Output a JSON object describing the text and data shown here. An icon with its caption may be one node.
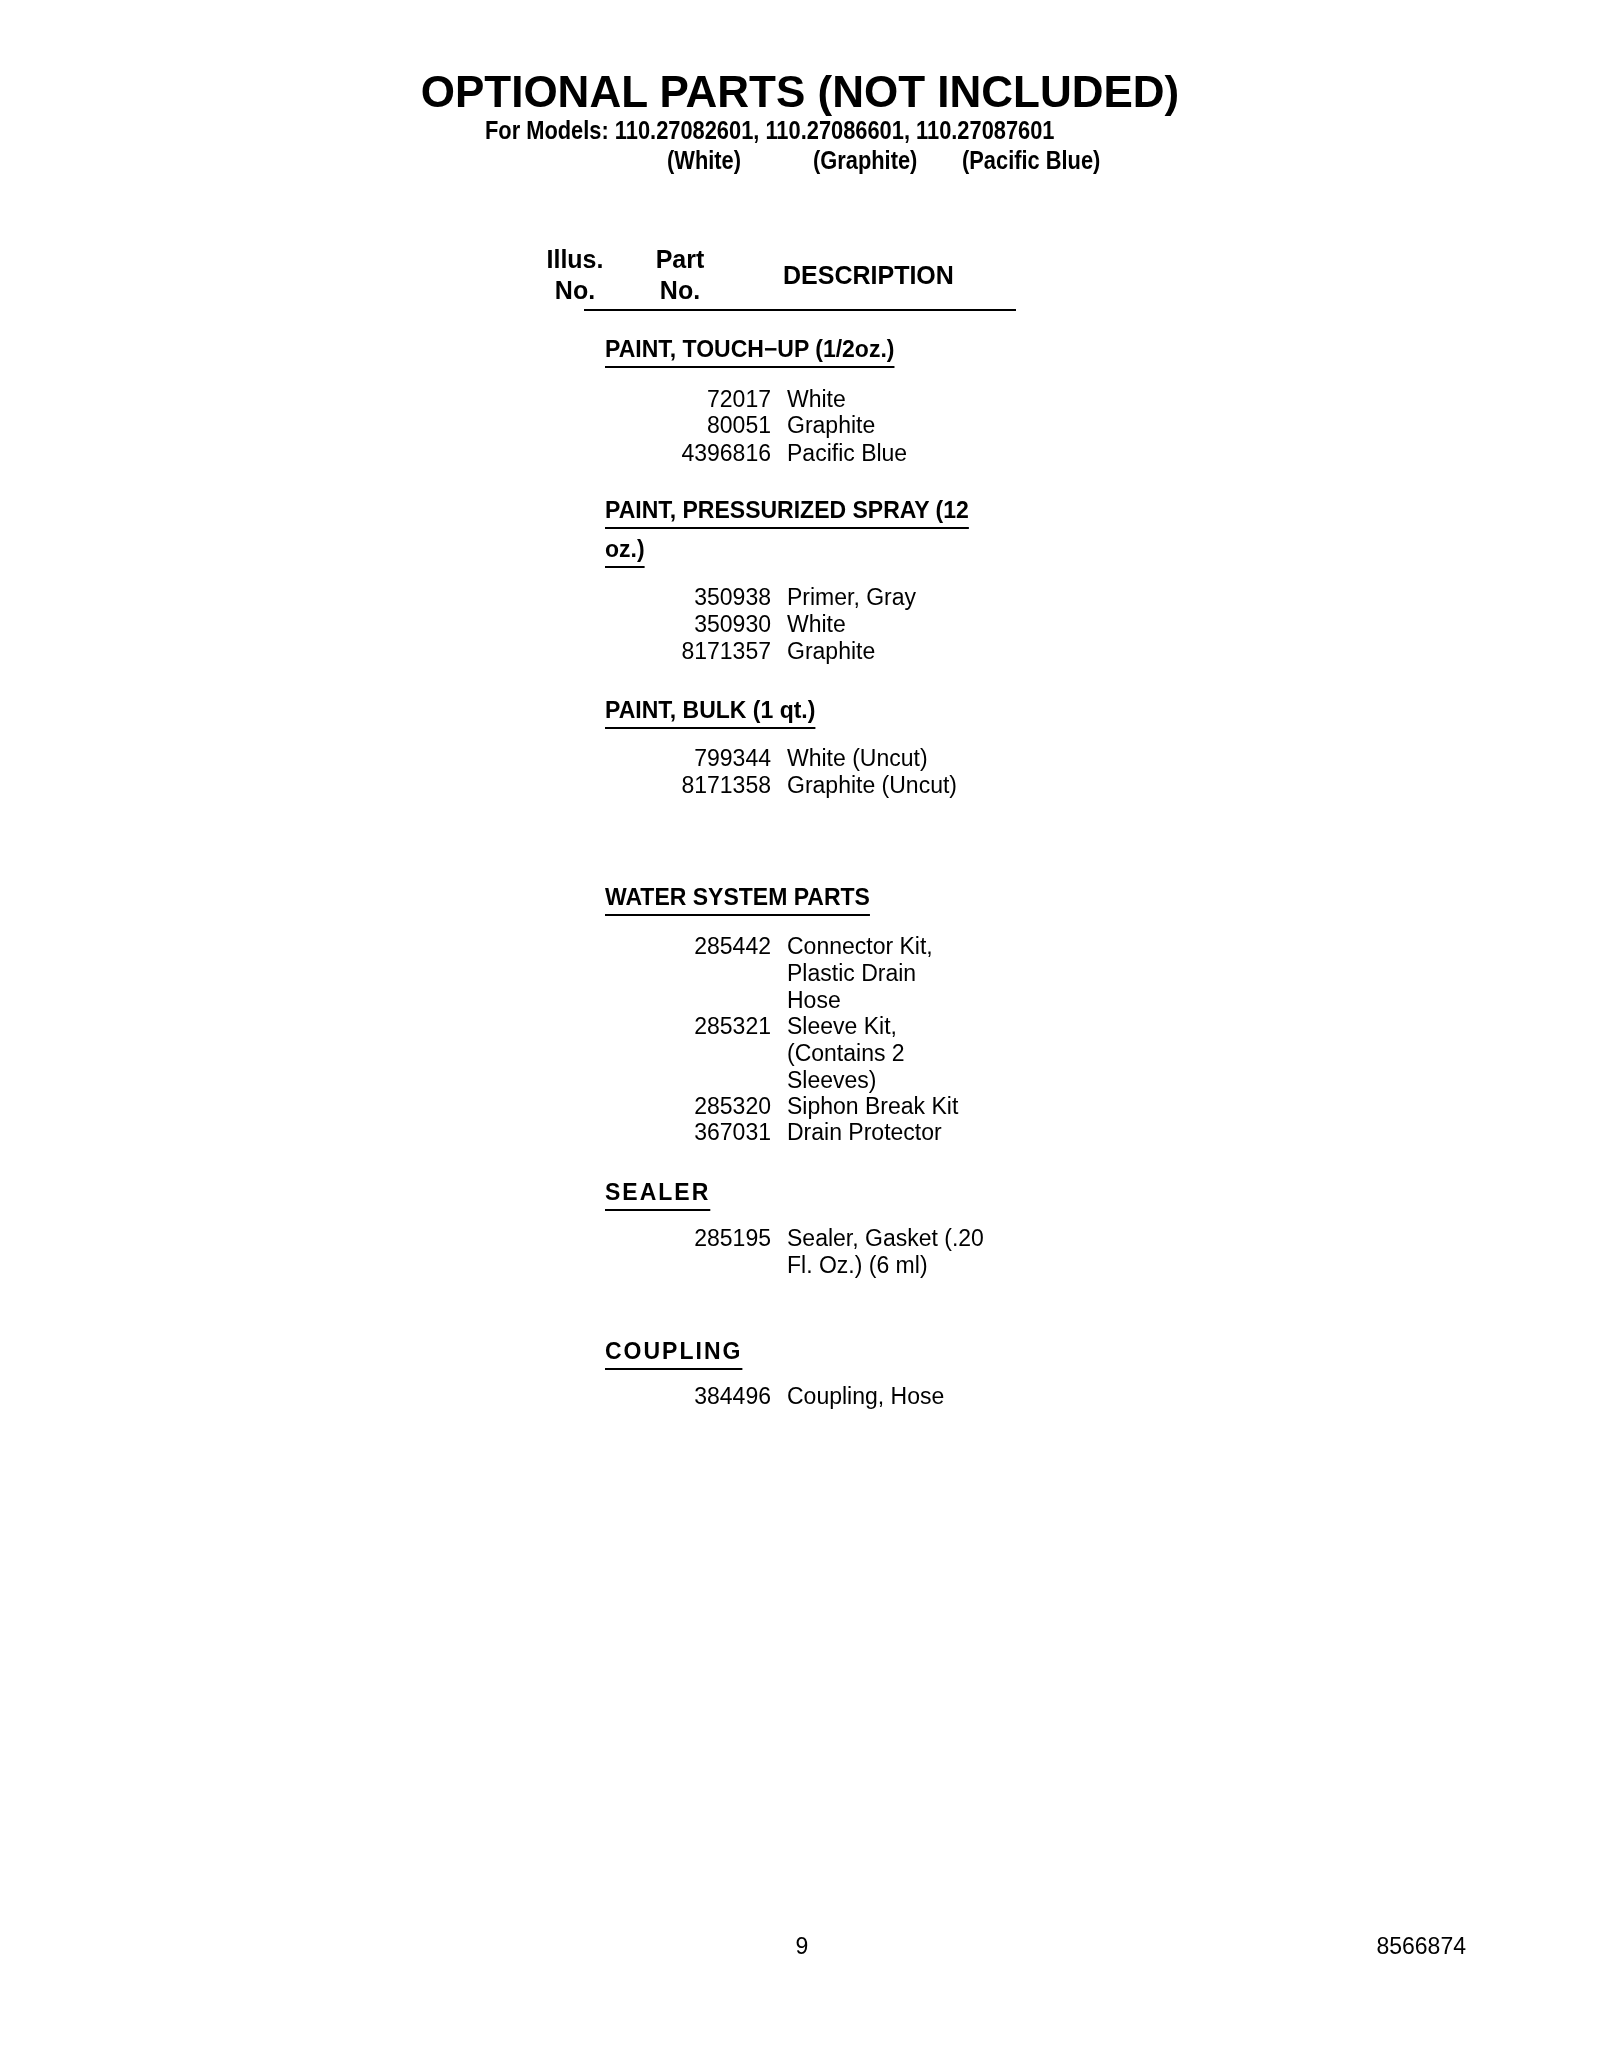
{
  "diagram": {
    "title": "OPTIONAL PARTS (NOT INCLUDED)",
    "labels": [
      "For Models: 110.27082601, 110.27086601, 110.27087601",
      "(White)",
      "(Graphite)",
      "(Pacific Blue)",
      "Illus. No.",
      "Part No.",
      "DESCRIPTION",
      "PAINT, TOUCH−UP (1/2oz.)",
      "72017",
      "White",
      "80051",
      "Graphite",
      "4396816",
      "Pacific Blue",
      "PAINT, PRESSURIZED SPRAY (12 oz.)",
      "350938",
      "Primer, Gray",
      "350930",
      "White",
      "8171357",
      "Graphite",
      "PAINT, BULK (1 qt.)",
      "799344",
      "White (Uncut)",
      "8171358",
      "Graphite (Uncut)",
      "WATER SYSTEM PARTS",
      "285442",
      "Connector Kit, Plastic Drain Hose",
      "285321",
      "Sleeve Kit, (Contains 2 Sleeves)",
      "285320",
      "Siphon Break Kit",
      "367031",
      "Drain Protector",
      "SEALER",
      "285195",
      "Sealer, Gasket (.20 Fl. Oz.) (6 ml)",
      "COUPLING",
      "384496",
      "Coupling, Hose",
      "9",
      "8566874"
    ]
  }
}
